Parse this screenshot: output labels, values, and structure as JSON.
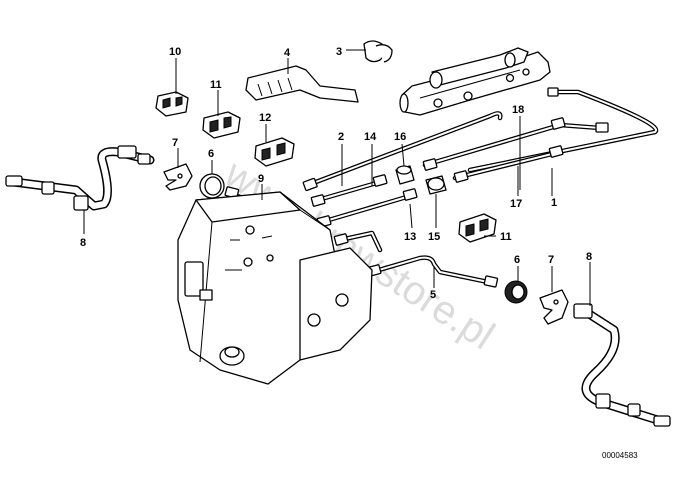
{
  "diagram": {
    "part_number_code": "00004583",
    "watermark": "www.bmwstore.pl",
    "callouts": [
      {
        "id": "label-1",
        "text": "1"
      },
      {
        "id": "label-2",
        "text": "2"
      },
      {
        "id": "label-3",
        "text": "3"
      },
      {
        "id": "label-4",
        "text": "4"
      },
      {
        "id": "label-5",
        "text": "5"
      },
      {
        "id": "label-6-left",
        "text": "6"
      },
      {
        "id": "label-6-right",
        "text": "6"
      },
      {
        "id": "label-7-left",
        "text": "7"
      },
      {
        "id": "label-7-right",
        "text": "7"
      },
      {
        "id": "label-8-left",
        "text": "8"
      },
      {
        "id": "label-8-right",
        "text": "8"
      },
      {
        "id": "label-9",
        "text": "9"
      },
      {
        "id": "label-10",
        "text": "10"
      },
      {
        "id": "label-11-top",
        "text": "11"
      },
      {
        "id": "label-11-right",
        "text": "11"
      },
      {
        "id": "label-12",
        "text": "12"
      },
      {
        "id": "label-13",
        "text": "13"
      },
      {
        "id": "label-14",
        "text": "14"
      },
      {
        "id": "label-15",
        "text": "15"
      },
      {
        "id": "label-16",
        "text": "16"
      },
      {
        "id": "label-17",
        "text": "17"
      },
      {
        "id": "label-18",
        "text": "18"
      }
    ]
  }
}
